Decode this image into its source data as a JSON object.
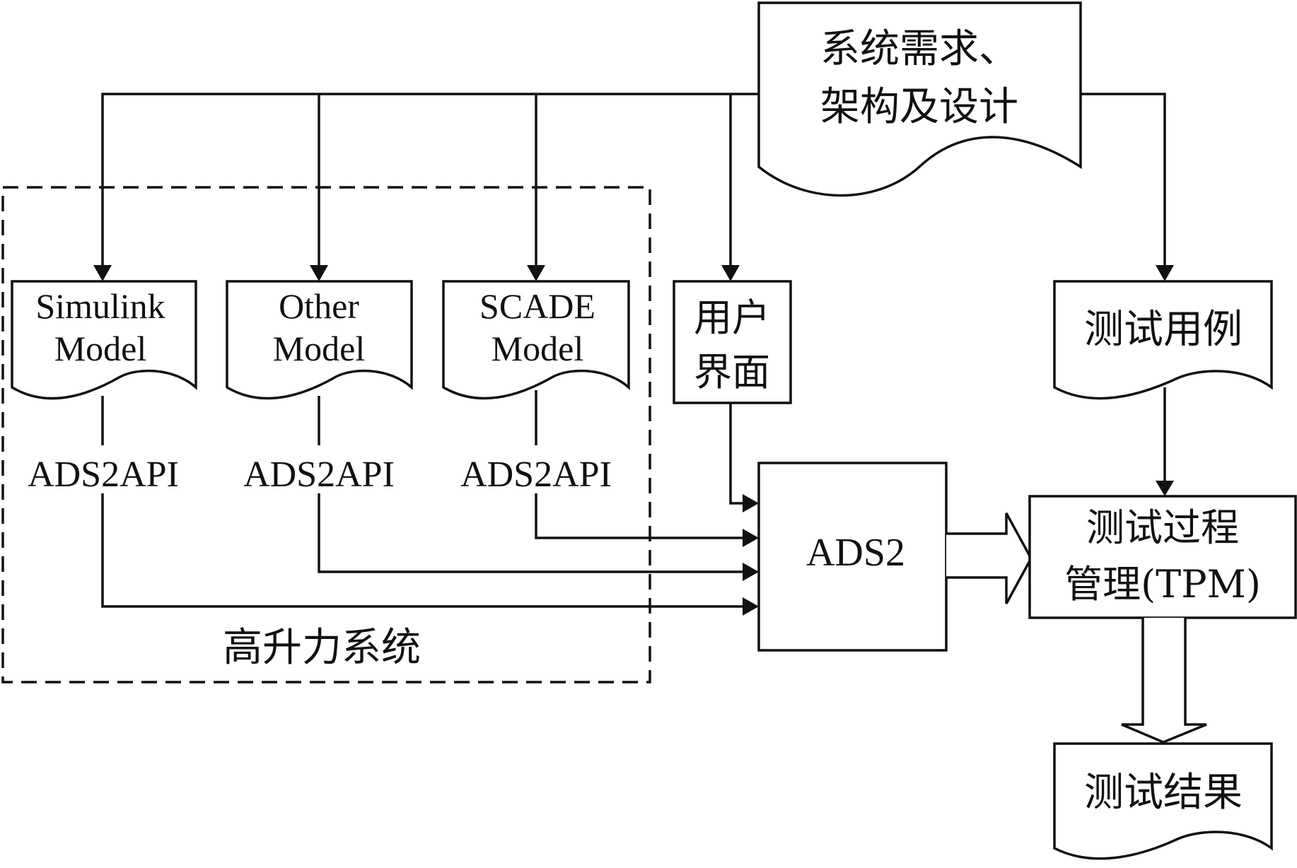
{
  "nodes": {
    "requirements": {
      "line1": "系统需求、",
      "line2": "架构及设计"
    },
    "simulink": {
      "line1": "Simulink",
      "line2": "Model"
    },
    "other": {
      "line1": "Other",
      "line2": "Model"
    },
    "scade": {
      "line1": "SCADE",
      "line2": "Model"
    },
    "ui": {
      "line1": "用户",
      "line2": "界面"
    },
    "test_cases": {
      "label": "测试用例"
    },
    "ads2": {
      "label": "ADS2"
    },
    "tpm": {
      "line1": "测试过程",
      "line2": "管理(TPM)"
    },
    "test_results": {
      "label": "测试结果"
    }
  },
  "api_labels": [
    "ADS2API",
    "ADS2API",
    "ADS2API"
  ],
  "group": {
    "label": "高升力系统"
  }
}
